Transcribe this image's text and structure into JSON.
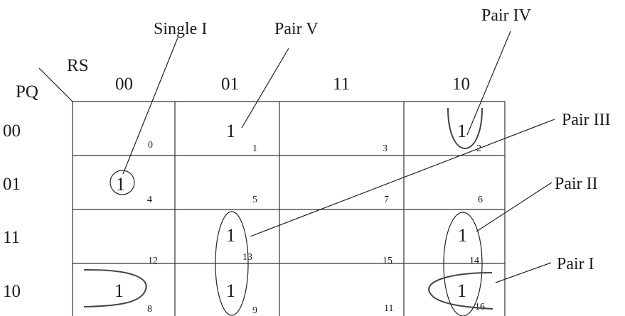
{
  "map": {
    "row_var": "PQ",
    "col_var": "RS",
    "col_headers": [
      "00",
      "01",
      "11",
      "10"
    ],
    "row_headers": [
      "00",
      "01",
      "11",
      "10"
    ],
    "cells": [
      [
        {
          "value": "",
          "index": "0"
        },
        {
          "value": "1",
          "index": "1"
        },
        {
          "value": "",
          "index": "3"
        },
        {
          "value": "1",
          "index": "2"
        }
      ],
      [
        {
          "value": "1",
          "index": "4"
        },
        {
          "value": "",
          "index": "5"
        },
        {
          "value": "",
          "index": "7"
        },
        {
          "value": "",
          "index": "6"
        }
      ],
      [
        {
          "value": "",
          "index": "12"
        },
        {
          "value": "1",
          "index": "13"
        },
        {
          "value": "",
          "index": "15"
        },
        {
          "value": "1",
          "index": "14"
        }
      ],
      [
        {
          "value": "1",
          "index": "8"
        },
        {
          "value": "1",
          "index": "9"
        },
        {
          "value": "",
          "index": "11"
        },
        {
          "value": "1",
          "index": "16"
        }
      ]
    ]
  },
  "annotations": {
    "single_i": "Single I",
    "pair_v": "Pair V",
    "pair_iv": "Pair IV",
    "pair_iii": "Pair III",
    "pair_ii": "Pair II",
    "pair_i": "Pair I"
  }
}
